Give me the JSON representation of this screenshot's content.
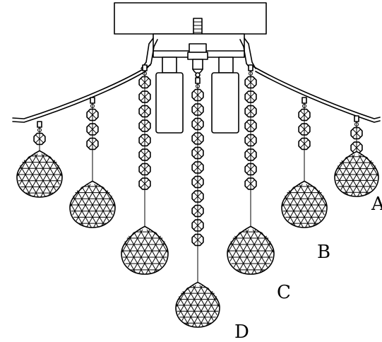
{
  "figure": {
    "labels": [
      "A",
      "B",
      "C",
      "D"
    ],
    "ink_color": "#000000",
    "background_color": "#ffffff"
  }
}
